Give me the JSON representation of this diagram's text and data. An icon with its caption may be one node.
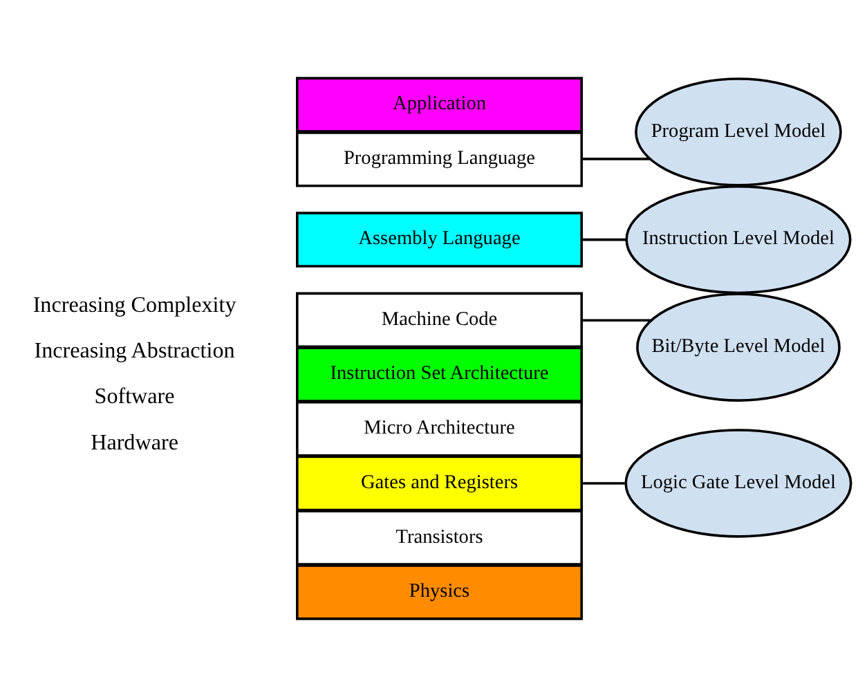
{
  "diagram": {
    "nodes": [
      {
        "text": [
          "Application"
        ]
      },
      {
        "text": [
          "Programming Language"
        ]
      },
      {
        "text": [
          "Assembly Language"
        ]
      },
      {
        "text": [
          "Machine Code"
        ]
      },
      {
        "text": [
          "Instruction Set Architecture"
        ]
      },
      {
        "text": [
          "Micro Architecture"
        ]
      },
      {
        "text": [
          "Gates and Registers"
        ]
      },
      {
        "text": [
          "Transistors"
        ]
      },
      {
        "text": [
          "Physics"
        ]
      },
      {
        "text": [
          "Program Level Model"
        ]
      },
      {
        "text": [
          "Instruction Level Model"
        ]
      },
      {
        "text": [
          "Bit/Byte Level Model"
        ]
      },
      {
        "text": [
          "Logic Gate Level Model"
        ]
      }
    ],
    "edges": [
      {
        "from": 1,
        "to": 9,
        "arrow": "none"
      },
      {
        "from": 2,
        "to": 10,
        "arrow": "none"
      },
      {
        "from": 3,
        "to": 11,
        "arrow": "none"
      },
      {
        "from": 6,
        "to": 12,
        "arrow": "none"
      }
    ],
    "labels": [
      "Increasing Complexity",
      "Increasing Abstraction",
      "Software",
      "Hardware"
    ]
  }
}
